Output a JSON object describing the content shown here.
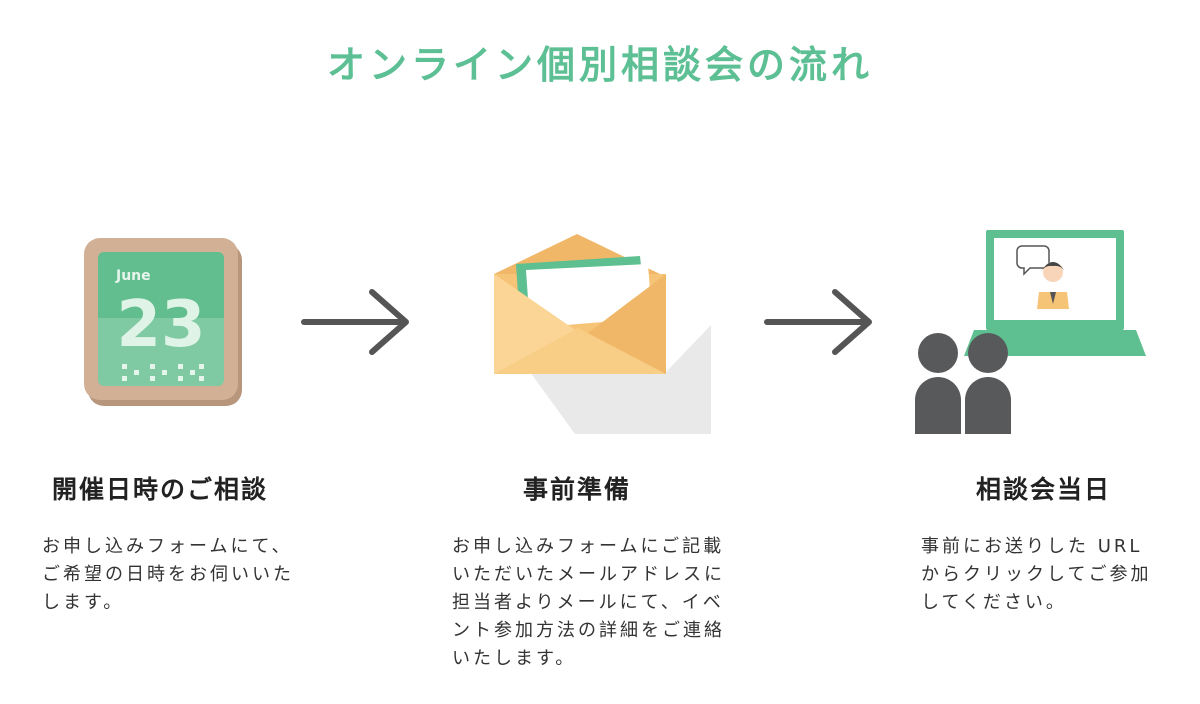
{
  "title": "オンライン個別相談会の流れ",
  "colors": {
    "accent": "#5dbf94",
    "arrow": "#555555",
    "person": "#58595b",
    "envelope": "#f6c477",
    "calendar_frame": "#d2b096"
  },
  "steps": [
    {
      "title": "開催日時のご相談",
      "body": "お申し込みフォームにて、\nご希望の日時をお伺いいた\nします。",
      "icon": "calendar-icon",
      "calendar": {
        "month": "June",
        "day": "23"
      }
    },
    {
      "title": "事前準備",
      "body": "お申し込みフォームにご記載\nいただいたメールアドレスに\n担当者よりメールにて、イベ\nント参加方法の詳細をご連絡\nいたします。",
      "icon": "envelope-icon"
    },
    {
      "title": "相談会当日",
      "body": "事前にお送りした URL\nからクリックしてご参加\nしてください。",
      "icon": "laptop-video-call-icon"
    }
  ],
  "connectors": [
    "arrow-right-icon",
    "arrow-right-icon"
  ]
}
